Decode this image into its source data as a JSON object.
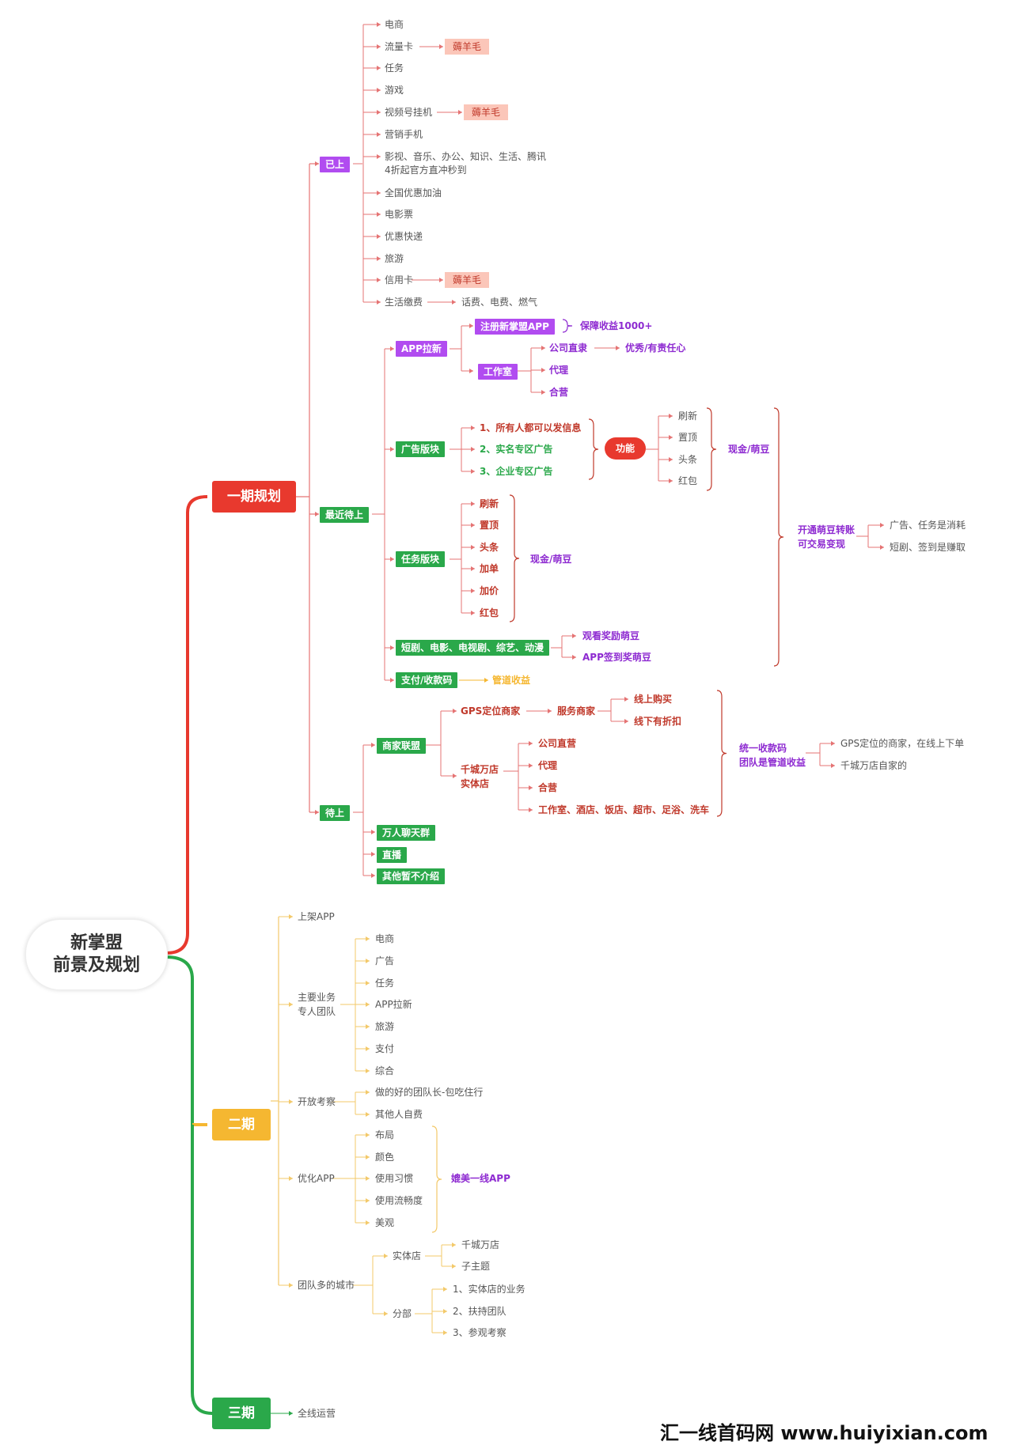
{
  "root": {
    "line1": "新掌盟",
    "line2": "前景及规划"
  },
  "phase1": {
    "title": "一期规划",
    "launched": {
      "label": "已上",
      "items": [
        "电商",
        "流量卡",
        "任务",
        "游戏",
        "视频号挂机",
        "营销手机",
        "影视、音乐、办公、知识、生活、腾讯",
        "4折起官方直冲秒到",
        "全国优惠加油",
        "电影票",
        "优惠快递",
        "旅游",
        "信用卡",
        "生活缴费"
      ],
      "wool_tag": "薅羊毛",
      "utilities": "话费、电费、燃气"
    },
    "soon": {
      "label": "最近待上",
      "app": {
        "label": "APP拉新",
        "register": "注册新掌盟APP",
        "guarantee": "保障收益1000+",
        "studio": "工作室",
        "direct": "公司直隶",
        "direct_note": "优秀/有责任心",
        "agent": "代理",
        "partner": "合营"
      },
      "ads": {
        "label": "广告版块",
        "items": [
          "1、所有人都可以发信息",
          "2、实名专区广告",
          "3、企业专区广告"
        ],
        "function": "功能",
        "functions": [
          "刷新",
          "置顶",
          "头条",
          "红包"
        ],
        "reward": "现金/萌豆"
      },
      "tasks": {
        "label": "任务版块",
        "items": [
          "刷新",
          "置顶",
          "头条",
          "加单",
          "加价",
          "红包"
        ],
        "reward": "现金/萌豆"
      },
      "video": {
        "label": "短剧、电影、电视剧、综艺、动漫",
        "items": [
          "观看奖励萌豆",
          "APP签到奖萌豆"
        ]
      },
      "pay": {
        "label": "支付/收款码",
        "note": "管道收益"
      },
      "bean": {
        "line1": "开通萌豆转账",
        "line2": "可交易变现",
        "items": [
          "广告、任务是消耗",
          "短剧、签到是赚取"
        ]
      }
    },
    "pending": {
      "label": "待上",
      "merchant": {
        "label": "商家联盟",
        "gps": "GPS定位商家",
        "service": "服务商家",
        "online": "线上购买",
        "offline": "线下有折扣",
        "store_line1": "千城万店",
        "store_line2": "实体店",
        "store_items": [
          "公司直营",
          "代理",
          "合营",
          "工作室、酒店、饭店、超市、足浴、洗车"
        ],
        "code_line1": "统一收款码",
        "code_line2": "团队是管道收益",
        "code_items": [
          "GPS定位的商家，在线上下单",
          "千城万店自家的"
        ]
      },
      "others": [
        "万人聊天群",
        "直播",
        "其他暂不介绍"
      ]
    }
  },
  "phase2": {
    "title": "二期",
    "listing": "上架APP",
    "business": {
      "line1": "主要业务",
      "line2": "专人团队",
      "items": [
        "电商",
        "广告",
        "任务",
        "APP拉新",
        "旅游",
        "支付",
        "综合"
      ]
    },
    "recruit": {
      "label": "开放考察",
      "items": [
        "做的好的团队长-包吃住行",
        "其他人自费"
      ]
    },
    "optimize": {
      "label": "优化APP",
      "items": [
        "布局",
        "颜色",
        "使用习惯",
        "使用流畅度",
        "美观"
      ],
      "note": "媲美一线APP"
    },
    "cities": {
      "label": "团队多的城市",
      "store": "实体店",
      "store_items": [
        "千城万店",
        "子主题"
      ],
      "branch": "分部",
      "branch_items": [
        "1、实体店的业务",
        "2、扶持团队",
        "3、参观考察"
      ]
    }
  },
  "phase3": {
    "title": "三期",
    "item": "全线运营"
  },
  "watermark": "汇一线首码网 www.huiyixian.com",
  "colors": {
    "red": "#e8392e",
    "green": "#2aa84a",
    "orange": "#f5b731",
    "purple": "#b14cf0",
    "darkred": "#c0392b",
    "darkpurple": "#8e2bd1",
    "peach": "#fbc6b9",
    "lineRed": "#e57373",
    "lineYellow": "#f3c96a"
  }
}
